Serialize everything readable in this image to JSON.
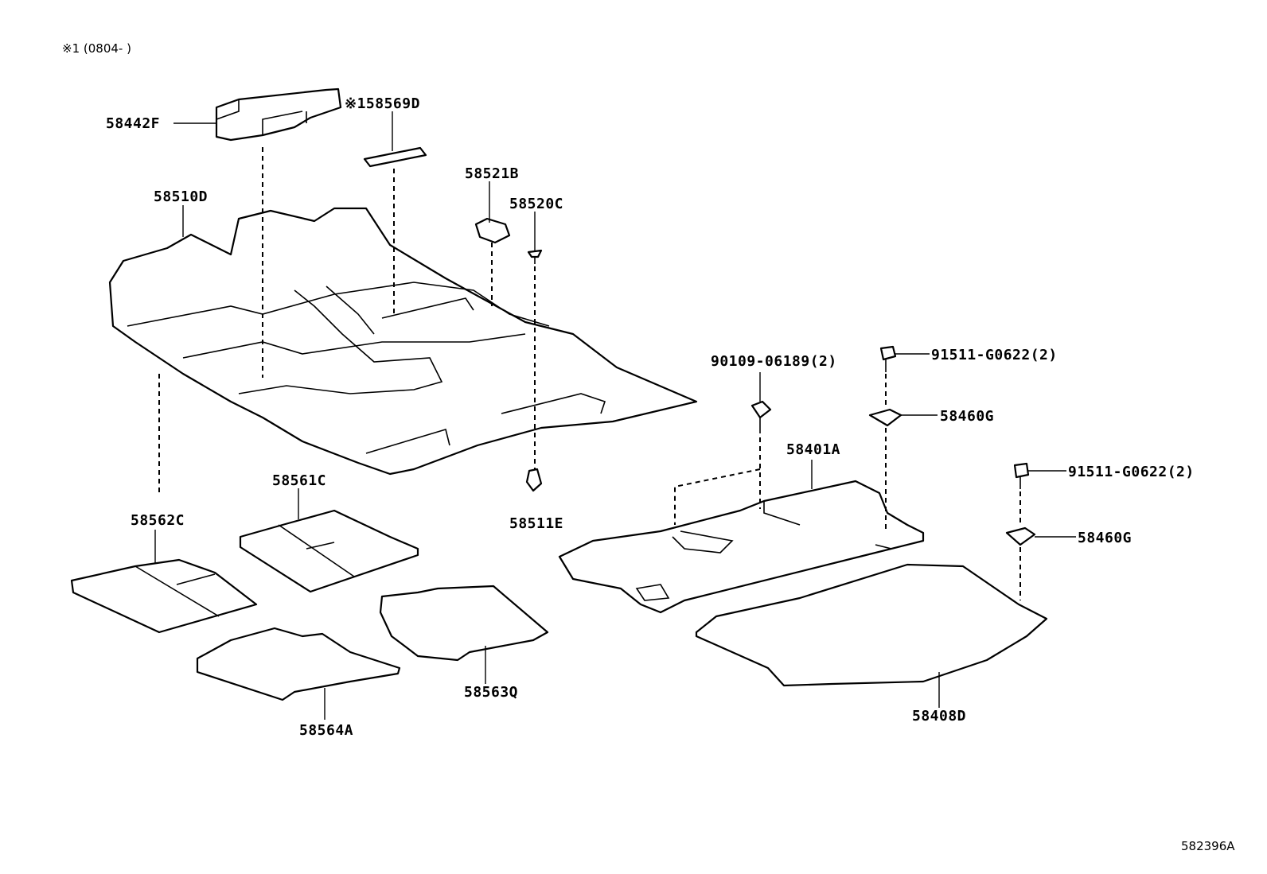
{
  "header": {
    "note": "※1 (0804-        )"
  },
  "footer": {
    "drawing_id": "582396A"
  },
  "labels": {
    "p58442F": "58442F",
    "p58569D": "※158569D",
    "p58521B": "58521B",
    "p58520C": "58520C",
    "p58510D": "58510D",
    "p90109": "90109-06189(2)",
    "p91511a": "91511-G0622(2)",
    "p58460Ga": "58460G",
    "p58401A": "58401A",
    "p91511b": "91511-G0622(2)",
    "p58460Gb": "58460G",
    "p58561C": "58561C",
    "p58562C": "58562C",
    "p58511E": "58511E",
    "p58563Q": "58563Q",
    "p58564A": "58564A",
    "p58408D": "58408D"
  }
}
